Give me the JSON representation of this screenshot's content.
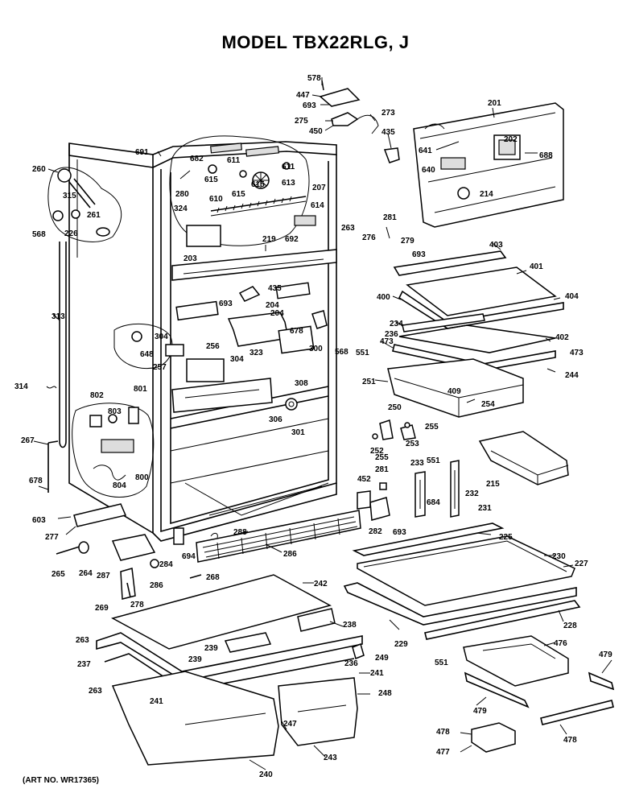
{
  "title": "MODEL TBX22RLG, J",
  "art_number": "(ART NO. WR17365)",
  "callouts": [
    {
      "label": "578"
    },
    {
      "label": "447"
    },
    {
      "label": "693"
    },
    {
      "label": "273"
    },
    {
      "label": "275"
    },
    {
      "label": "450"
    },
    {
      "label": "435"
    },
    {
      "label": "201"
    },
    {
      "label": "202"
    },
    {
      "label": "641"
    },
    {
      "label": "688"
    },
    {
      "label": "640"
    },
    {
      "label": "214"
    },
    {
      "label": "691"
    },
    {
      "label": "682"
    },
    {
      "label": "611"
    },
    {
      "label": "611"
    },
    {
      "label": "615"
    },
    {
      "label": "613"
    },
    {
      "label": "260"
    },
    {
      "label": "280"
    },
    {
      "label": "615"
    },
    {
      "label": "610"
    },
    {
      "label": "615"
    },
    {
      "label": "207"
    },
    {
      "label": "315"
    },
    {
      "label": "324"
    },
    {
      "label": "614"
    },
    {
      "label": "261"
    },
    {
      "label": "568"
    },
    {
      "label": "226"
    },
    {
      "label": "692"
    },
    {
      "label": "219"
    },
    {
      "label": "263"
    },
    {
      "label": "281"
    },
    {
      "label": "276"
    },
    {
      "label": "279"
    },
    {
      "label": "403"
    },
    {
      "label": "693"
    },
    {
      "label": "203"
    },
    {
      "label": "401"
    },
    {
      "label": "313"
    },
    {
      "label": "435"
    },
    {
      "label": "693"
    },
    {
      "label": "204"
    },
    {
      "label": "400"
    },
    {
      "label": "404"
    },
    {
      "label": "204"
    },
    {
      "label": "678"
    },
    {
      "label": "234"
    },
    {
      "label": "304"
    },
    {
      "label": "256"
    },
    {
      "label": "236"
    },
    {
      "label": "402"
    },
    {
      "label": "473"
    },
    {
      "label": "648"
    },
    {
      "label": "300"
    },
    {
      "label": "568"
    },
    {
      "label": "551"
    },
    {
      "label": "473"
    },
    {
      "label": "257"
    },
    {
      "label": "304"
    },
    {
      "label": "323"
    },
    {
      "label": "244"
    },
    {
      "label": "314"
    },
    {
      "label": "308"
    },
    {
      "label": "251"
    },
    {
      "label": "801"
    },
    {
      "label": "802"
    },
    {
      "label": "409"
    },
    {
      "label": "254"
    },
    {
      "label": "250"
    },
    {
      "label": "306"
    },
    {
      "label": "803"
    },
    {
      "label": "255"
    },
    {
      "label": "301"
    },
    {
      "label": "267"
    },
    {
      "label": "252"
    },
    {
      "label": "253"
    },
    {
      "label": "255"
    },
    {
      "label": "551"
    },
    {
      "label": "233"
    },
    {
      "label": "215"
    },
    {
      "label": "281"
    },
    {
      "label": "678"
    },
    {
      "label": "804"
    },
    {
      "label": "800"
    },
    {
      "label": "452"
    },
    {
      "label": "232"
    },
    {
      "label": "684"
    },
    {
      "label": "603"
    },
    {
      "label": "231"
    },
    {
      "label": "282"
    },
    {
      "label": "693"
    },
    {
      "label": "277"
    },
    {
      "label": "288"
    },
    {
      "label": "225"
    },
    {
      "label": "694"
    },
    {
      "label": "286"
    },
    {
      "label": "230"
    },
    {
      "label": "227"
    },
    {
      "label": "265"
    },
    {
      "label": "264"
    },
    {
      "label": "287"
    },
    {
      "label": "284"
    },
    {
      "label": "286"
    },
    {
      "label": "268"
    },
    {
      "label": "242"
    },
    {
      "label": "269"
    },
    {
      "label": "278"
    },
    {
      "label": "238"
    },
    {
      "label": "228"
    },
    {
      "label": "229"
    },
    {
      "label": "263"
    },
    {
      "label": "239"
    },
    {
      "label": "249"
    },
    {
      "label": "476"
    },
    {
      "label": "237"
    },
    {
      "label": "239"
    },
    {
      "label": "236"
    },
    {
      "label": "551"
    },
    {
      "label": "479"
    },
    {
      "label": "241"
    },
    {
      "label": "263"
    },
    {
      "label": "248"
    },
    {
      "label": "241"
    },
    {
      "label": "479"
    },
    {
      "label": "247"
    },
    {
      "label": "478"
    },
    {
      "label": "478"
    },
    {
      "label": "243"
    },
    {
      "label": "477"
    },
    {
      "label": "240"
    }
  ]
}
